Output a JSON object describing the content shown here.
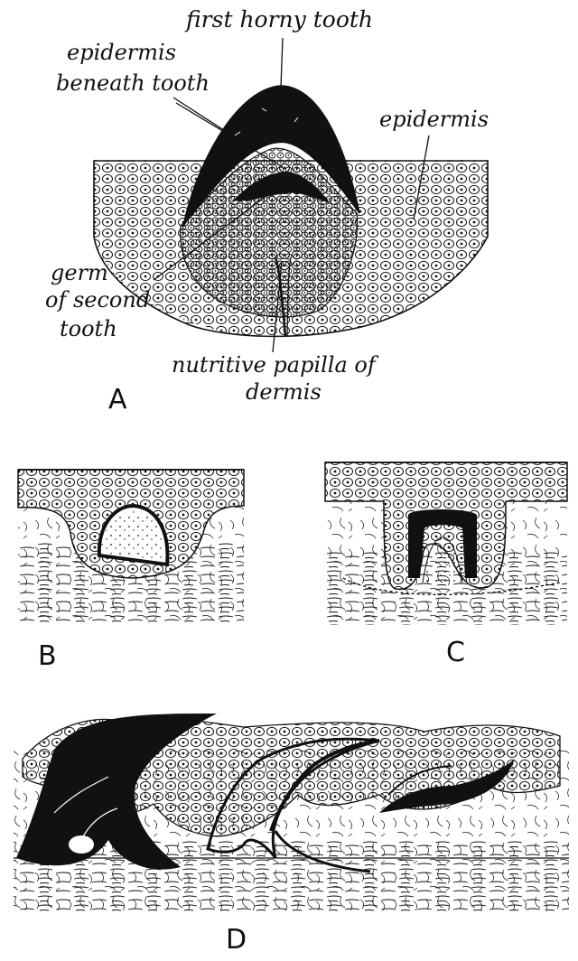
{
  "figure": {
    "labels": {
      "first_horny_tooth": "first horny tooth",
      "epidermis_beneath_line1": "epidermis",
      "epidermis_beneath_line2": "beneath tooth",
      "epidermis": "epidermis",
      "germ_line1": "germ",
      "germ_line2": "of second",
      "germ_line3": "tooth",
      "papilla_line1": "nutritive papilla of",
      "papilla_line2": "dermis"
    },
    "panels": {
      "a": "A",
      "b": "B",
      "c": "C",
      "d": "D"
    }
  },
  "colors": {
    "ink": "#111111",
    "paper": "#ffffff"
  }
}
